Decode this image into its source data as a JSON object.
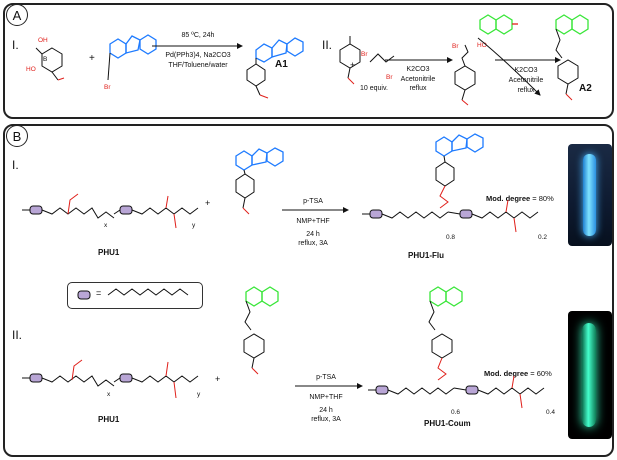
{
  "panels": {
    "a": {
      "badge": "A",
      "scheme_one": "I.",
      "scheme_two": "II.",
      "boronic_atom_b": "B",
      "boronic_atom_ho": "HO",
      "boronic_atom_oh": "OH",
      "bromo": "Br",
      "cond1_line1": "85 ºC, 24h",
      "cond1_line2": "Pd(PPh3)4, Na2CO3",
      "cond1_line3": "THF/Toluene/water",
      "product1": "A1",
      "dibromo_br1": "Br",
      "dibromo_br2": "Br",
      "equiv": "10 equiv.",
      "cond2_line1": "K2CO3",
      "cond2_line2": "Acetonitrile",
      "cond2_line3": "reflux",
      "cond3_line1": "K2CO3",
      "cond3_line2": "Acetonitrile",
      "cond3_line3": "reflux",
      "intermediate_br": "Br",
      "coumarin_ho": "HO",
      "product2": "A2",
      "plus1": "+",
      "plus2": "+"
    },
    "b": {
      "badge": "B",
      "scheme_one": "I.",
      "scheme_two": "II.",
      "reactant1": "PHU1",
      "reactant2": "PHU1",
      "cond_a1": "p-TSA",
      "cond_a2": "NMP+THF",
      "cond_a3": "24 h",
      "cond_a4": "reflux, 3A",
      "cond_b1": "p-TSA",
      "cond_b2": "NMP+THF",
      "cond_b3": "24 h",
      "cond_b4": "reflux, 3A",
      "product1": "PHU1-Flu",
      "product2": "PHU1-Coum",
      "mod1_label": "Mod. degree",
      "mod1_value": "= 80%",
      "mod2_label": "Mod. degree",
      "mod2_value": "= 60%",
      "x1": "x",
      "y1": "y",
      "x2": "x",
      "y2": "y",
      "frac1a": "0.8",
      "frac1b": "0.2",
      "frac2a": "0.6",
      "frac2b": "0.4",
      "legend_eq": "=",
      "plus1": "+",
      "plus2": "+"
    }
  },
  "colors": {
    "fluorene": "#1e7bff",
    "coumarin": "#39e639",
    "oxygen": "#e0201b",
    "spacer": "#b9a6d6"
  }
}
